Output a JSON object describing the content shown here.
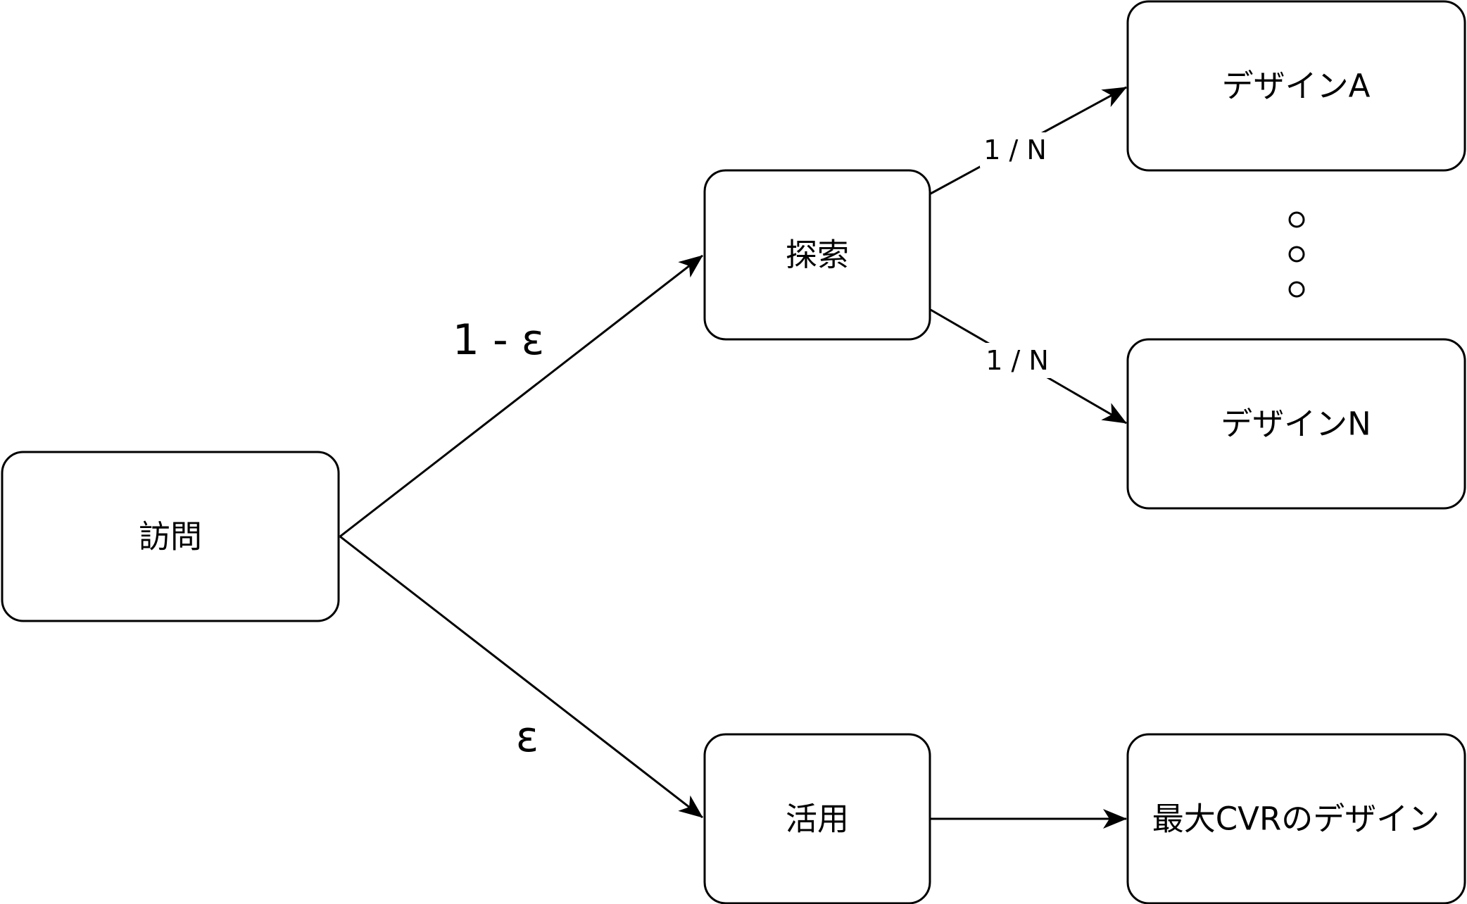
{
  "nodes": {
    "visit": "訪問",
    "explore": "探索",
    "exploit": "活用",
    "design_a": "デザインA",
    "design_n": "デザインN",
    "best_design": "最大CVRのデザイン"
  },
  "edges": {
    "visit_to_explore": "1 - ε",
    "visit_to_exploit": "ε",
    "explore_to_design_a": "1 / N",
    "explore_to_design_n": "1 / N"
  }
}
